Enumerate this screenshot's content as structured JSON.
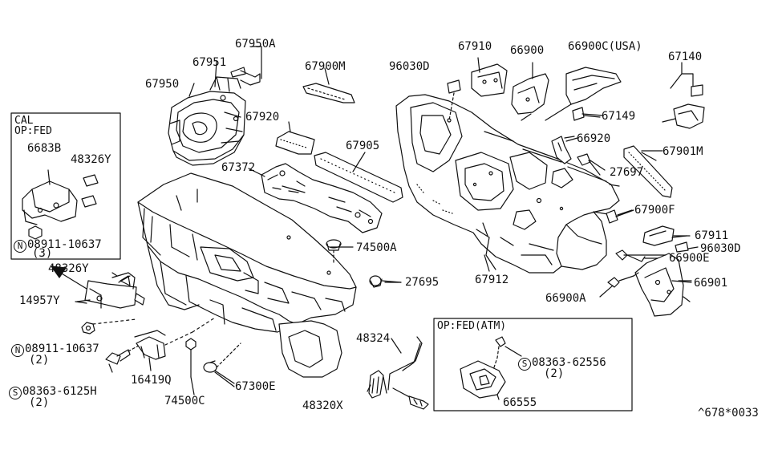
{
  "labels": {
    "p67950A": "67950A",
    "p67951": "67951",
    "p67950": "67950",
    "p67900M": "67900M",
    "p96030D_top": "96030D",
    "p67910": "67910",
    "p66900": "66900",
    "p66900C": "66900C(USA)",
    "p67140": "67140",
    "p67920": "67920",
    "p67149": "67149",
    "p67905": "67905",
    "p66920": "66920",
    "p67901M": "67901M",
    "p67372": "67372",
    "p27697": "27697",
    "p67900F": "67900F",
    "p67911": "67911",
    "p96030D_right": "96030D",
    "p74500A": "74500A",
    "p66900E": "66900E",
    "p27695": "27695",
    "p67912": "67912",
    "p66901": "66901",
    "p66900A": "66900A",
    "p48326Y_main": "48326Y",
    "p14957Y": "14957Y",
    "p08911_10637_main": "08911-10637",
    "p08911_10637_main_qty": "(2)",
    "p08363_6125H": "08363-6125H",
    "p08363_6125H_qty": "(2)",
    "p16419Q": "16419Q",
    "p74500C": "74500C",
    "p67300E": "67300E",
    "p48324": "48324",
    "p48320X": "48320X",
    "footer_code": "^678*0033"
  },
  "cal_box": {
    "title_line1": "CAL",
    "title_line2": "OP:FED",
    "p6683B": "6683B",
    "p48326Y": "48326Y",
    "p08911_10637": "08911-10637",
    "qty": "(3)"
  },
  "fed_box": {
    "title": "OP:FED(ATM)",
    "p08363_62556": "08363-62556",
    "qty": "(2)",
    "p66555": "66555"
  },
  "symbols": {
    "n": "N",
    "s": "S"
  }
}
